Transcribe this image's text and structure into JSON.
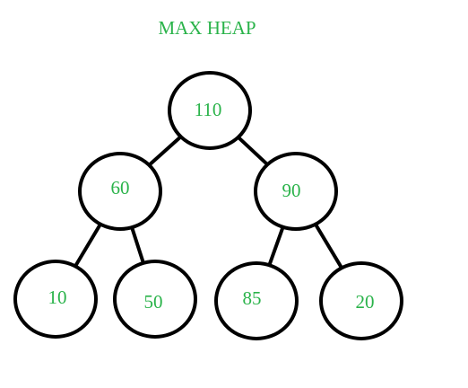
{
  "title": "MAX HEAP",
  "colors": {
    "label": "#2ab34a",
    "outline": "#000000",
    "background": "#ffffff"
  },
  "tree": {
    "nodes": [
      {
        "id": "n110",
        "label": "110"
      },
      {
        "id": "n60",
        "label": "60"
      },
      {
        "id": "n90",
        "label": "90"
      },
      {
        "id": "n10",
        "label": "10"
      },
      {
        "id": "n50",
        "label": "50"
      },
      {
        "id": "n85",
        "label": "85"
      },
      {
        "id": "n20",
        "label": "20"
      }
    ],
    "edges": [
      {
        "from": "n110",
        "to": "n60"
      },
      {
        "from": "n110",
        "to": "n90"
      },
      {
        "from": "n60",
        "to": "n10"
      },
      {
        "from": "n60",
        "to": "n50"
      },
      {
        "from": "n90",
        "to": "n85"
      },
      {
        "from": "n90",
        "to": "n20"
      }
    ]
  }
}
